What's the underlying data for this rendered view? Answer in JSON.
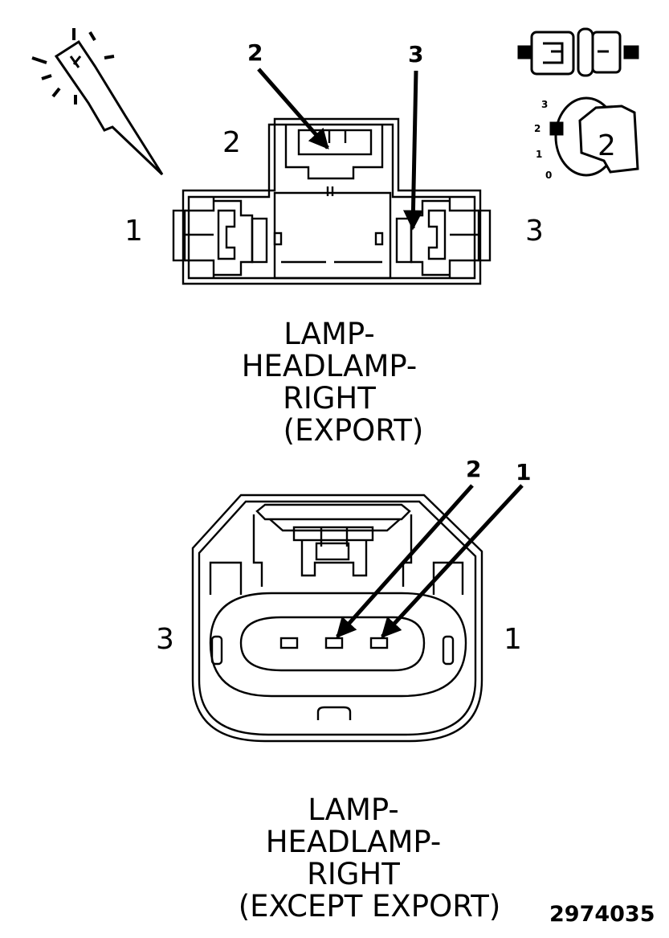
{
  "top_connector": {
    "pin_labels": {
      "left": "1",
      "upper": "2",
      "right": "3"
    },
    "callouts": [
      "2",
      "3"
    ],
    "caption_lines": [
      "LAMP-",
      "HEADLAMP-",
      "RIGHT",
      "(EXPORT)"
    ]
  },
  "bottom_connector": {
    "pin_labels": {
      "left": "3",
      "right": "1"
    },
    "callouts": [
      "2",
      "1"
    ],
    "caption_lines": [
      "LAMP-",
      "HEADLAMP-",
      "RIGHT",
      "(EXCEPT EXPORT)"
    ]
  },
  "legend": {
    "probe_icon": "test-probe-icon",
    "connector_icon": "connector-pair-icon",
    "view_icon": "connector-view-side-icon",
    "view_scale": [
      "3",
      "2",
      "1",
      "0"
    ],
    "view_number": "2"
  },
  "figure_id": "2974035"
}
